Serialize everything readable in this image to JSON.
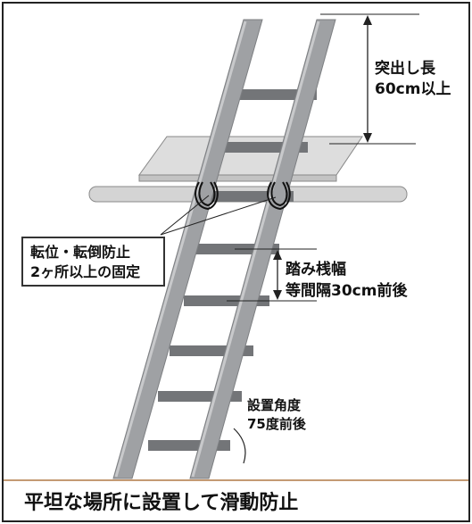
{
  "labels": {
    "protrusion_length": {
      "line1": "突出し長",
      "line2": "60cm以上"
    },
    "fixing": {
      "line1": "転位・転倒防止",
      "line2": "2ヶ所以上の固定"
    },
    "rung_spacing": {
      "line1": "踏み桟幅",
      "line2": "等間隔30cm前後"
    },
    "installation_angle": {
      "line1": "設置角度",
      "line2": "75度前後"
    }
  },
  "footer": {
    "text": "平坦な場所に設置して滑動防止"
  },
  "colors": {
    "ladder_rail": "#9fa1a4",
    "ladder_rung": "#737578",
    "platform": "#dddddd",
    "pipe": "#d4d4d4",
    "ground_line": "#b07845",
    "frame": "#222222"
  }
}
